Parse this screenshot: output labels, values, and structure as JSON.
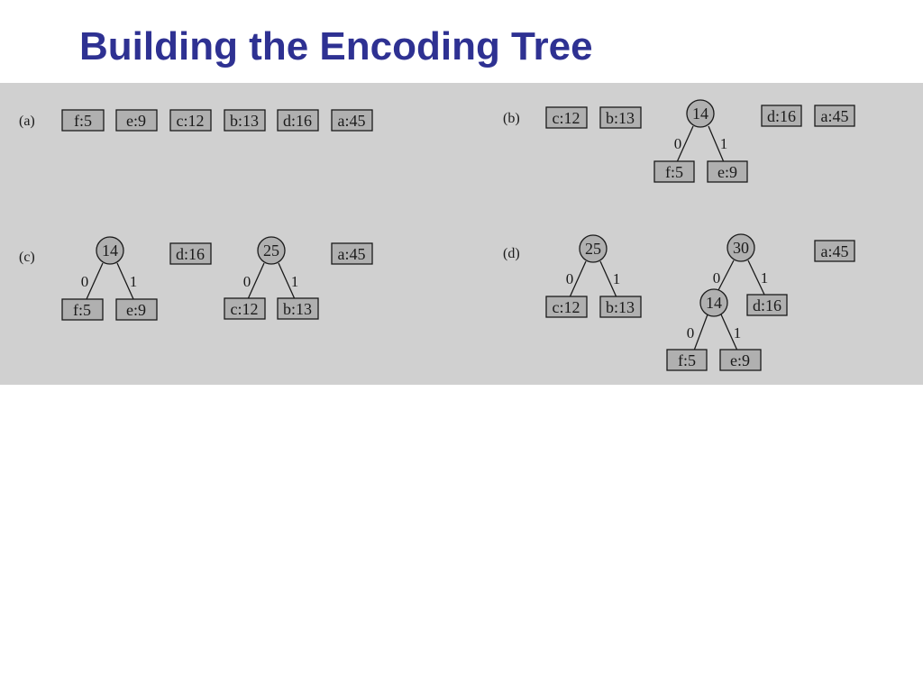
{
  "slide": {
    "title": "Building the Encoding Tree"
  },
  "colors": {
    "title": "#2e3192",
    "panel_background": "#d0d0d0",
    "node_fill": "#b0b0b0",
    "ink": "#1a1a1a"
  },
  "panels": {
    "a": {
      "label": "(a)",
      "leaves": {
        "f5": "f:5",
        "e9": "e:9",
        "c12": "c:12",
        "b13": "b:13",
        "d16": "d:16",
        "a45": "a:45"
      }
    },
    "b": {
      "label": "(b)",
      "leaves": {
        "c12": "c:12",
        "b13": "b:13",
        "d16": "d:16",
        "a45": "a:45",
        "f5": "f:5",
        "e9": "e:9"
      },
      "internal": {
        "n14": "14"
      },
      "edges": {
        "n14_left": "0",
        "n14_right": "1"
      }
    },
    "c": {
      "label": "(c)",
      "leaves": {
        "f5": "f:5",
        "e9": "e:9",
        "d16": "d:16",
        "c12": "c:12",
        "b13": "b:13",
        "a45": "a:45"
      },
      "internal": {
        "n14": "14",
        "n25": "25"
      },
      "edges": {
        "n14_left": "0",
        "n14_right": "1",
        "n25_left": "0",
        "n25_right": "1"
      }
    },
    "d": {
      "label": "(d)",
      "leaves": {
        "c12": "c:12",
        "b13": "b:13",
        "d16": "d:16",
        "a45": "a:45",
        "f5": "f:5",
        "e9": "e:9"
      },
      "internal": {
        "n25": "25",
        "n30": "30",
        "n14": "14"
      },
      "edges": {
        "n25_left": "0",
        "n25_right": "1",
        "n30_left": "0",
        "n30_right": "1",
        "n14_left": "0",
        "n14_right": "1"
      }
    }
  }
}
